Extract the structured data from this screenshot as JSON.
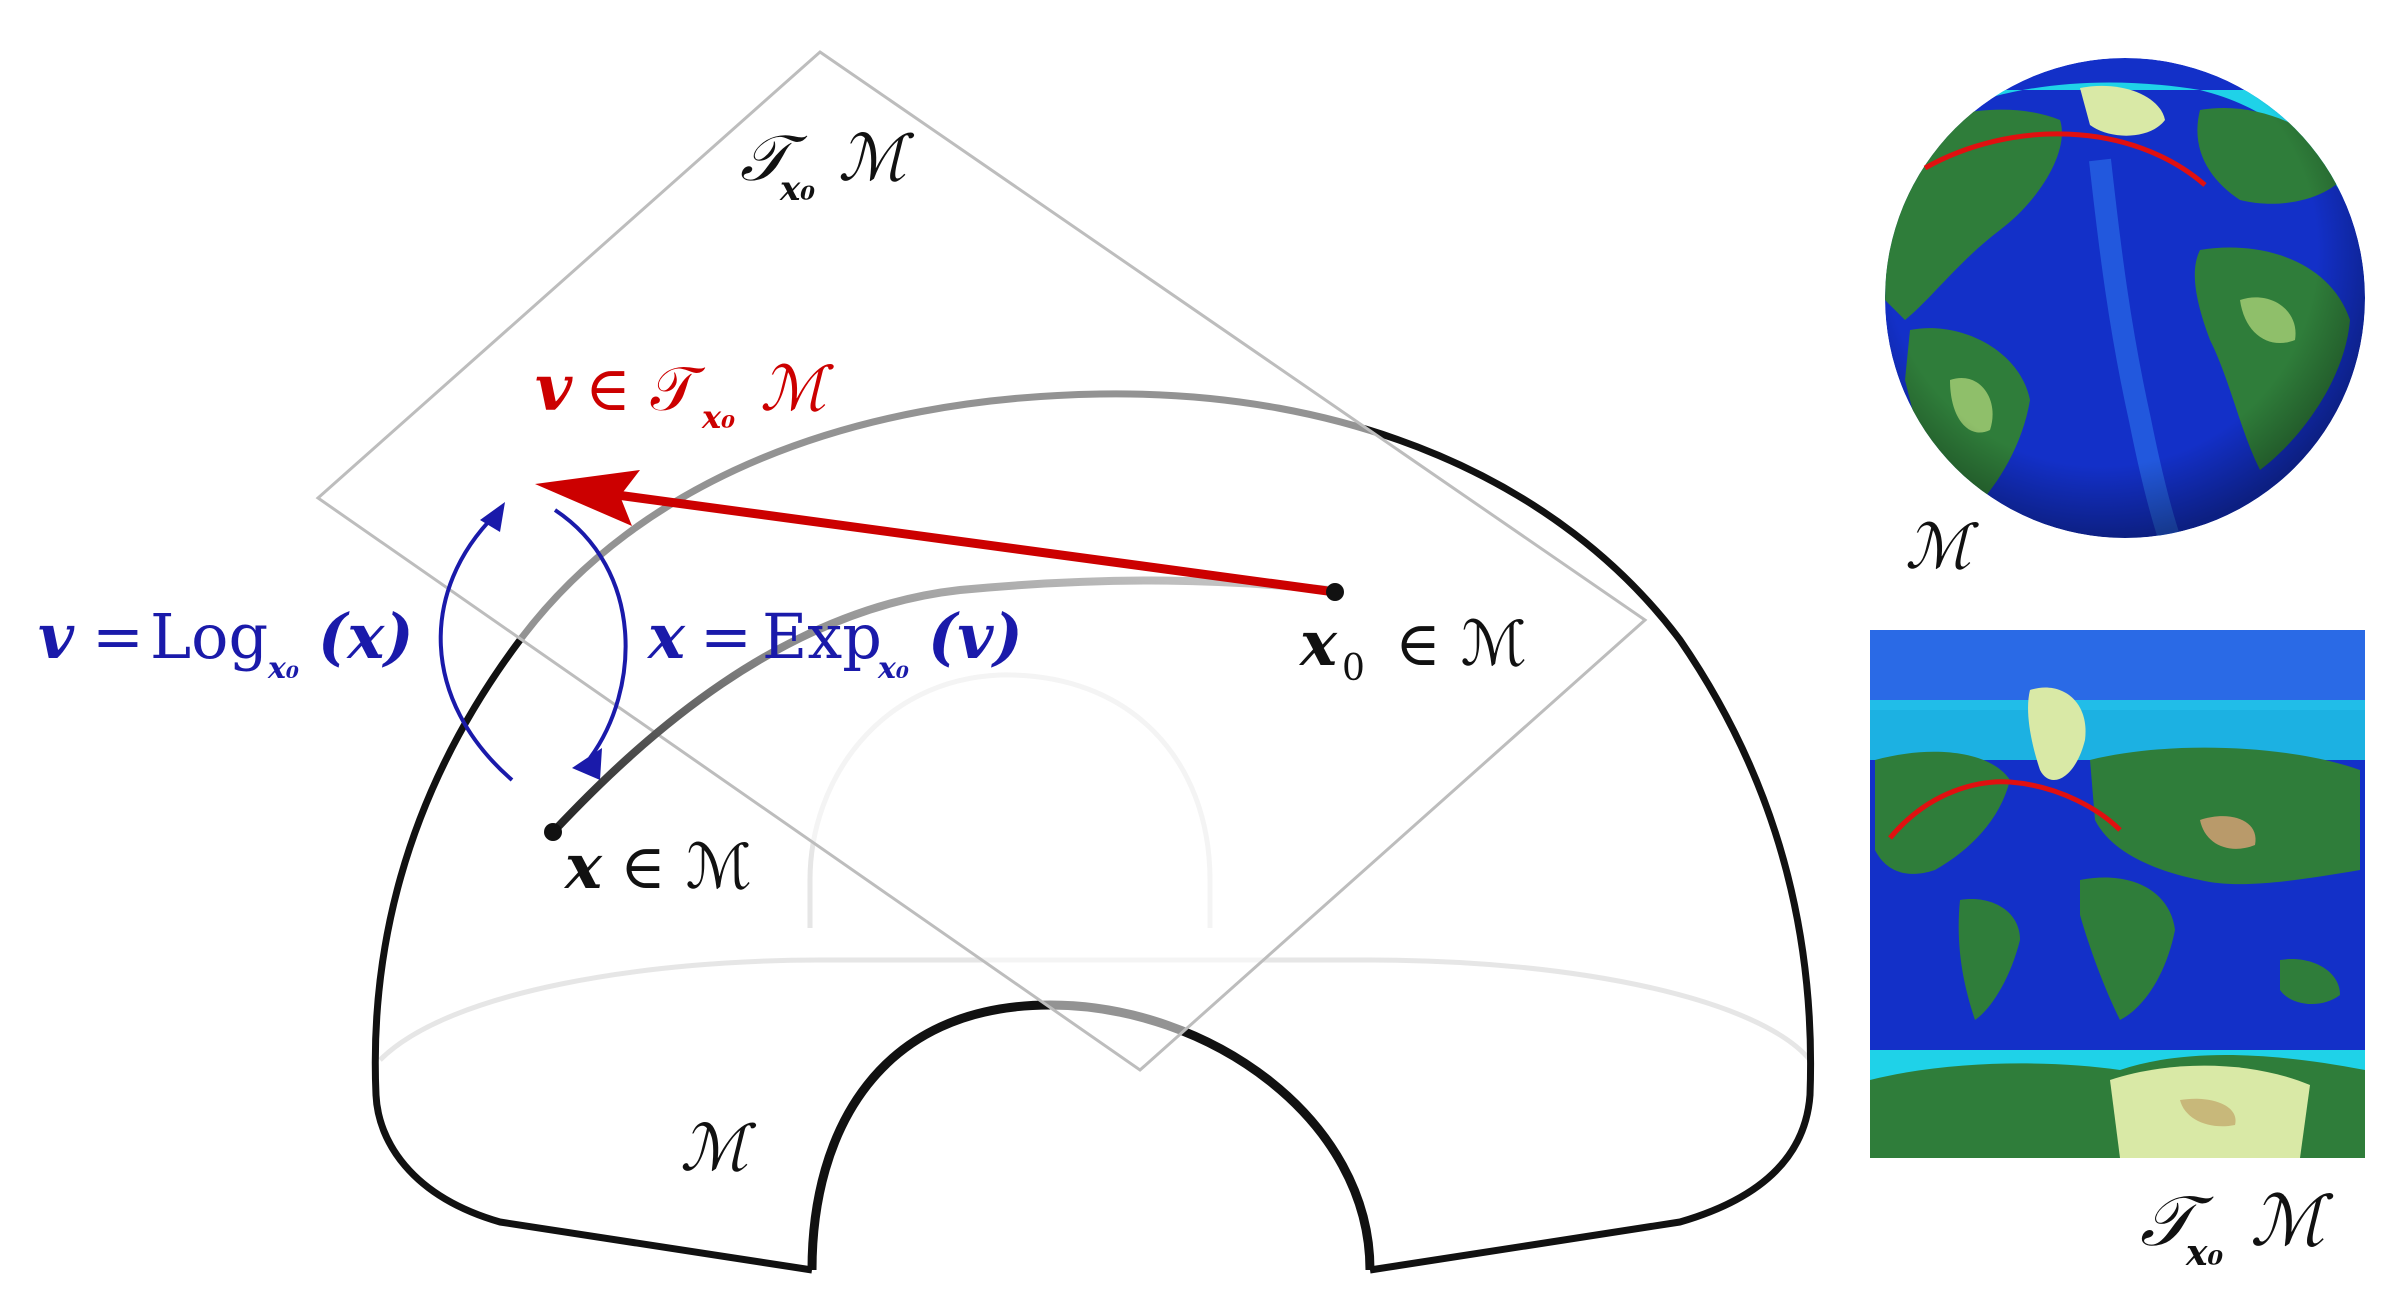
{
  "labels": {
    "tangent_plane": "𝒯",
    "tangent_plane_sub": "x₀",
    "tangent_plane_tail": "ℳ",
    "vector_v": "v",
    "vector_member": "∈ 𝒯",
    "vector_sub": "x₀",
    "vector_tail": "ℳ",
    "log_lhs": "v",
    "log_eq": "=",
    "log_fn": "Log",
    "log_sub": "x₀",
    "log_arg": "(x)",
    "exp_lhs": "x",
    "exp_eq": "=",
    "exp_fn": "Exp",
    "exp_sub": "x₀",
    "exp_arg": "(v)",
    "point_x0": "x",
    "point_x0_sub": "0",
    "point_x0_member": "∈ ℳ",
    "point_x": "x",
    "point_x_member": "∈ ℳ",
    "manifold_center": "ℳ",
    "globe_label": "ℳ",
    "map_label_main": "𝒯",
    "map_label_sub": "x₀",
    "map_label_tail": "ℳ"
  },
  "colors": {
    "vector_red": "#cc0000",
    "map_blue": "#1a1aaa",
    "curve_black": "#111111",
    "plane_gray": "#bdbdbd",
    "ocean_deep": "#1330c8",
    "ocean_mid": "#2a6ae6",
    "ocean_shallow": "#1fd2e8",
    "land_green": "#2f7d3a",
    "land_light": "#8fbf6a",
    "ice": "#d9e9a6",
    "geodesic_red": "#e01010"
  },
  "icons": {
    "globe": "earth-globe-icon",
    "flat_map": "flat-world-map-icon"
  }
}
